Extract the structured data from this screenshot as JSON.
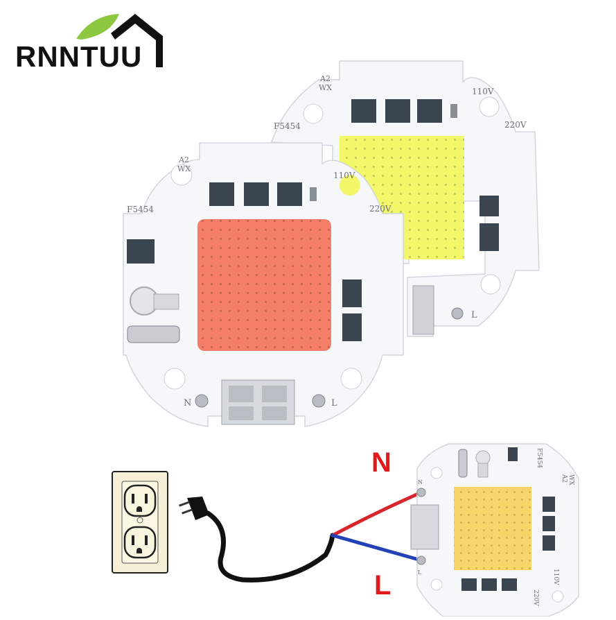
{
  "brand": {
    "name": "RNNTUU",
    "logo_leaf_color": "#8dc63f"
  },
  "boards": {
    "back": {
      "chip_color": "#f3f76a",
      "maker_line1": "A2",
      "maker_line2": "WX",
      "part_no": "F5454",
      "voltage_110": "110V",
      "voltage_220": "220V",
      "terminal_l": "L"
    },
    "front": {
      "chip_color": "#f47e67",
      "maker_line1": "A2",
      "maker_line2": "WX",
      "part_no": "F5454",
      "voltage_110": "110V",
      "voltage_220": "220V",
      "terminal_n": "N",
      "terminal_l": "L"
    },
    "small": {
      "chip_color": "#f8d46a",
      "maker_line1": "A2",
      "maker_line2": "WX",
      "part_no": "F5454",
      "voltage_110": "110V",
      "voltage_220": "220V",
      "terminal_n": "N",
      "terminal_l": "L"
    }
  },
  "wiring": {
    "neutral_label": "N",
    "live_label": "L",
    "neutral_wire_color": "#d7262d",
    "live_wire_color": "#2342b8"
  }
}
